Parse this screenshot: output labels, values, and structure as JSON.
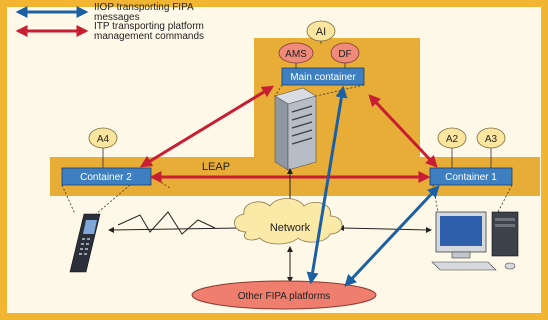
{
  "legend": {
    "iiop_label_1": "IIOP transporting FIPA",
    "iiop_label_2": "messages",
    "itp_label_1": "ITP transporting platform",
    "itp_label_2": "management commands"
  },
  "agents": {
    "ai": "AI",
    "ams": "AMS",
    "df": "DF",
    "a4": "A4",
    "a2": "A2",
    "a3": "A3"
  },
  "containers": {
    "main": "Main container",
    "c2": "Container 2",
    "c1": "Container 1"
  },
  "leap_label": "LEAP",
  "network_label": "Network",
  "other_platforms_label": "Other FIPA platforms",
  "colors": {
    "border": "#f2b531",
    "background": "#fdf8e8",
    "platform": "#e7ad37",
    "container": "#3d7fc0",
    "agent_fill": "#fbe6a0",
    "agent_pink": "#f08a7a",
    "red_arrow": "#c81e33",
    "blue_arrow": "#1d5fa3",
    "cloud": "#fbe9a8",
    "other_platforms": "#ef7e6e"
  }
}
